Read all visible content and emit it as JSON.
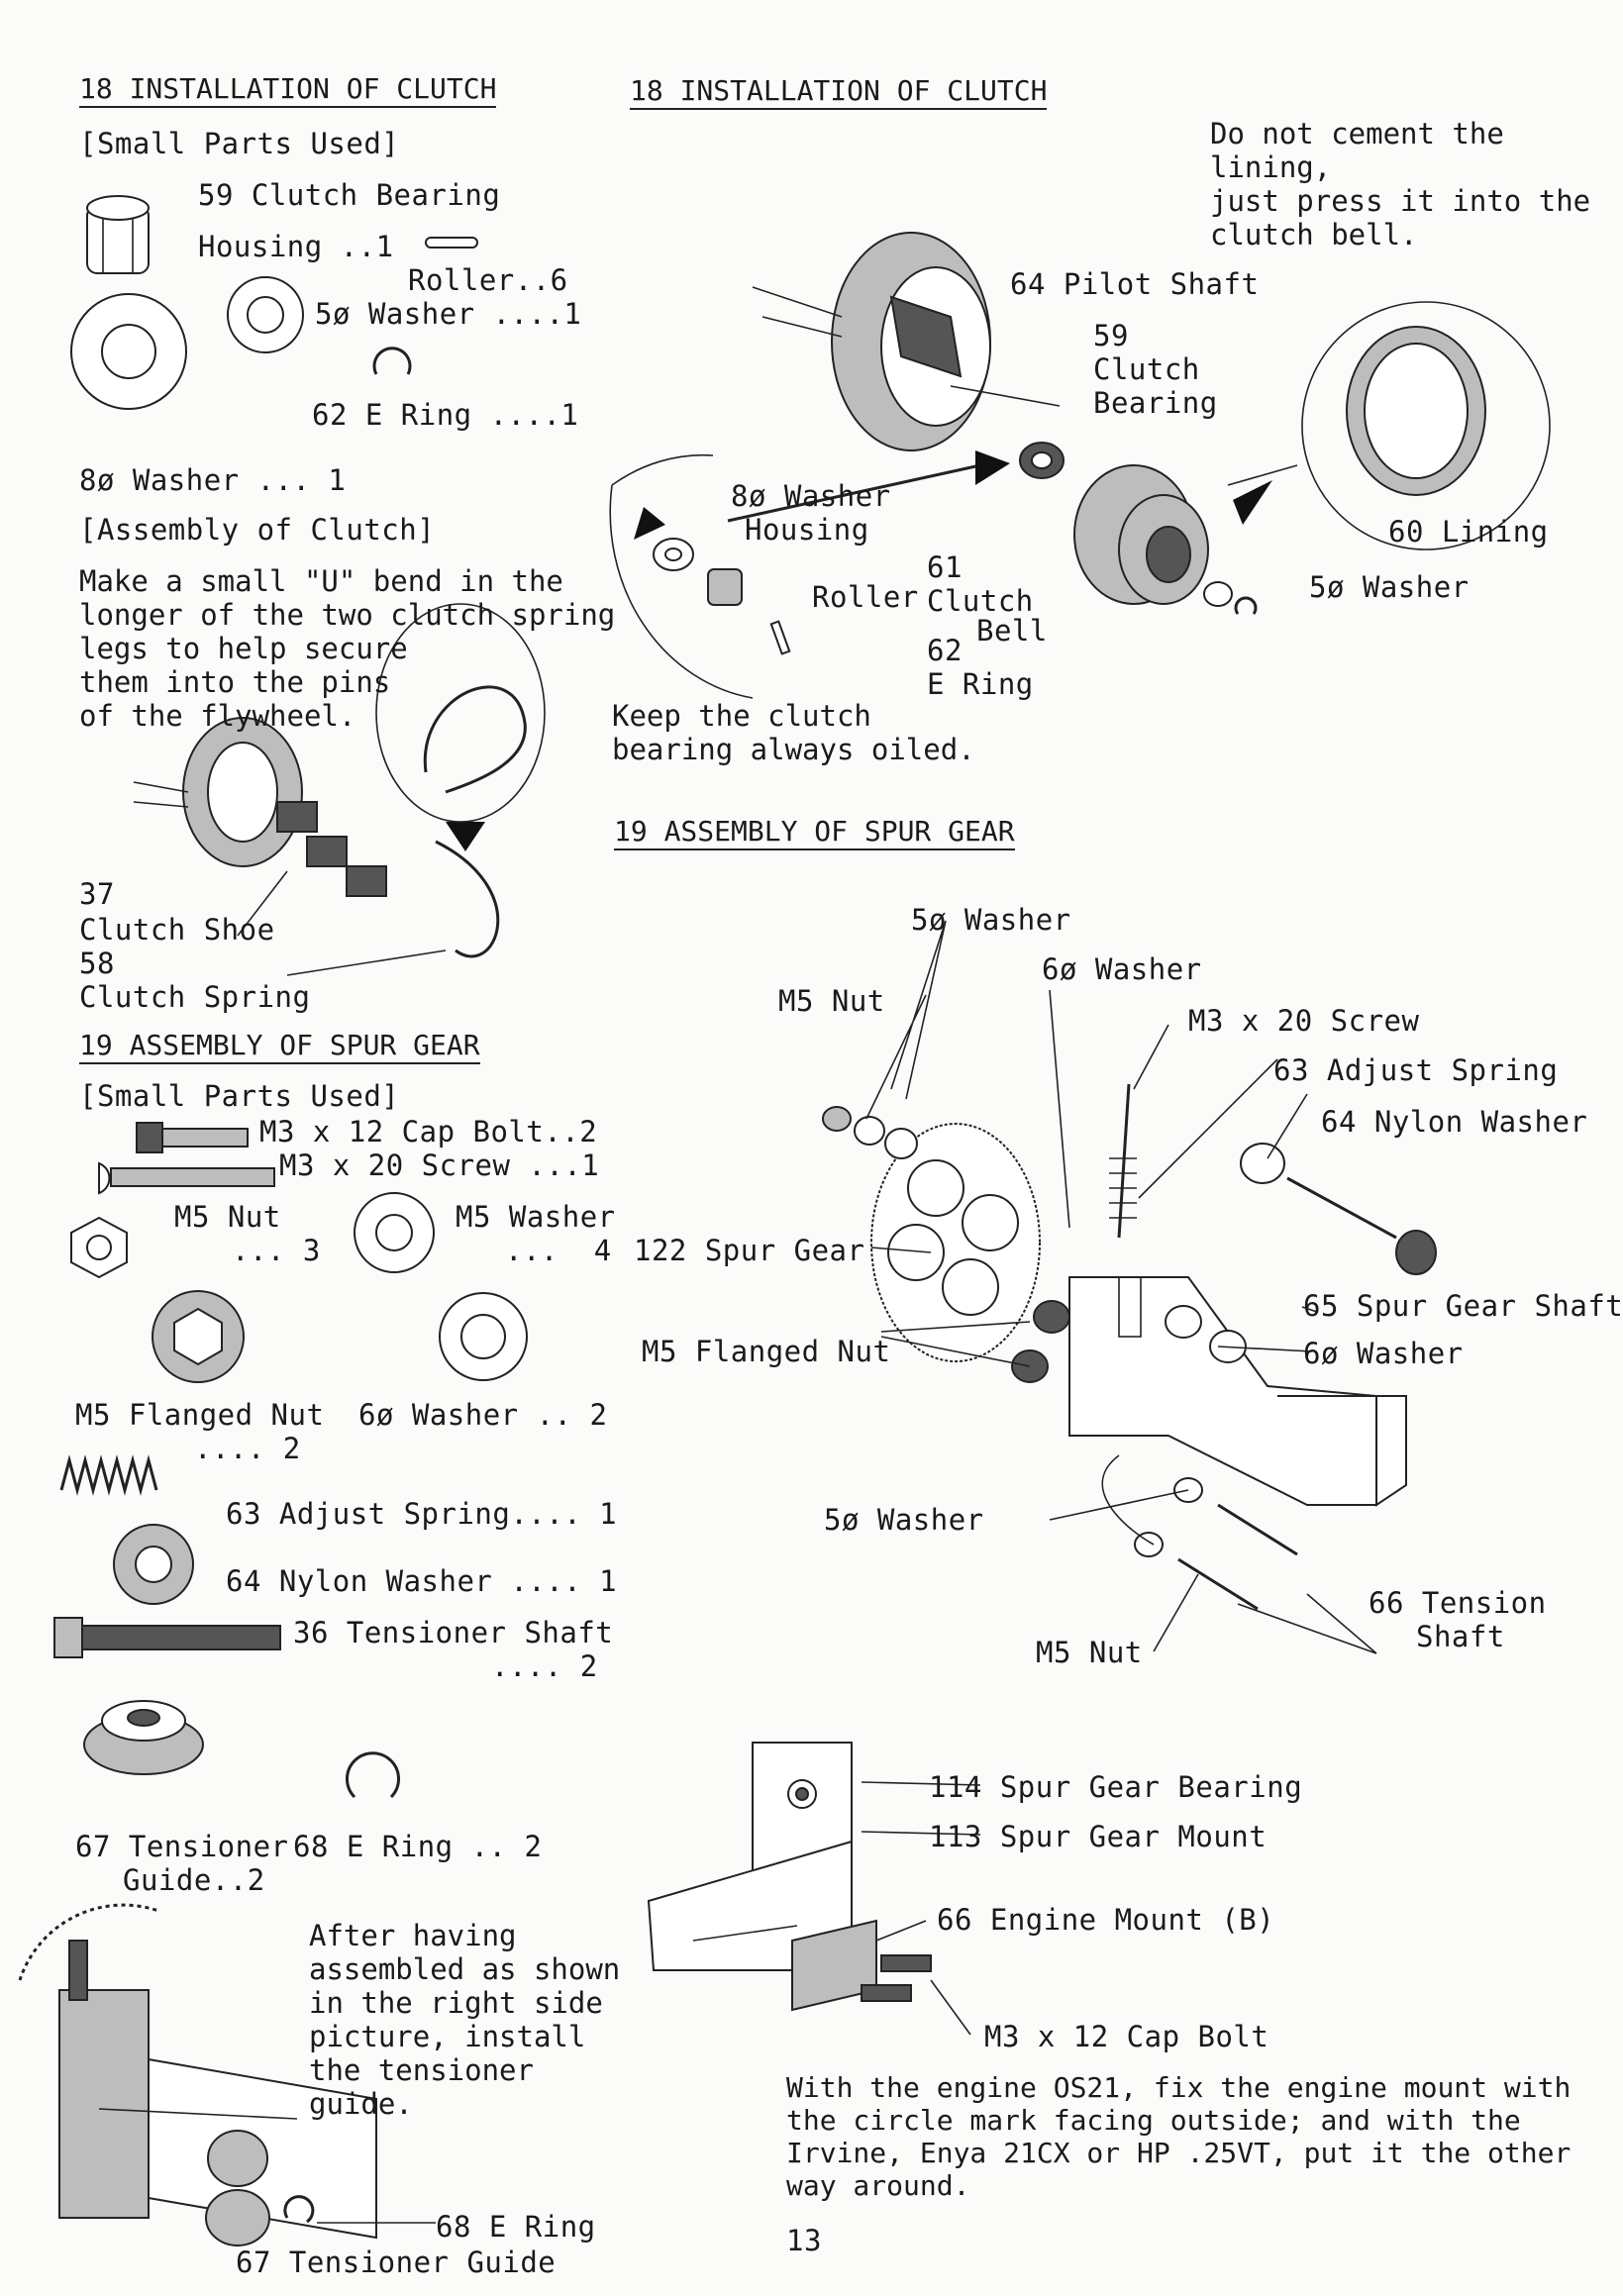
{
  "left": {
    "clutch_heading": "18 INSTALLATION OF CLUTCH",
    "small_parts": "[Small Parts Used]",
    "p59": "59 Clutch Bearing",
    "housing": "Housing ..1",
    "roller": "Roller..6",
    "p50": "5ø Washer ....1",
    "p62": "62 E Ring ....1",
    "p80": "8ø Washer ... 1",
    "assembly": "[Assembly of Clutch]",
    "instructions": "Make a small \"U\" bend in the\nlonger of the two clutch spring\nlegs to help secure\nthem into the pins\nof the flywheel.",
    "p37num": "37",
    "shoe": "Clutch Shoe",
    "p58num": "58",
    "spring": "Clutch Spring",
    "spur_heading": "19 ASSEMBLY OF SPUR GEAR",
    "small_parts2": "[Small Parts Used]",
    "capbolt": "M3 x 12 Cap Bolt..2",
    "screw": "M3 x 20 Screw ...1",
    "m5nut": "M5 Nut",
    "m5nut_qty": "... 3",
    "m5washer": "M5 Washer",
    "m5washer_qty": "...  4",
    "flnut": "M5 Flanged Nut",
    "flnut_qty": ".... 2",
    "w60": "6ø Washer .. 2",
    "p63": "63 Adjust Spring.... 1",
    "p64": "64 Nylon Washer .... 1",
    "p36": "36 Tensioner Shaft",
    "p36_qty": ".... 2",
    "p67": "67 Tensioner",
    "guide": "Guide..2",
    "p68": "68 E Ring .. 2",
    "after": "After having\nassembled as shown\nin the right side\npicture, install\nthe tensioner\nguide.",
    "eRing": "68 E Ring",
    "tguide": "67 Tensioner Guide"
  },
  "right": {
    "clutch_heading": "18 INSTALLATION OF CLUTCH",
    "note": "Do not cement the lining,\njust press it into the\nclutch bell.",
    "pilot": "64 Pilot Shaft",
    "p59": "59",
    "clutch": "Clutch",
    "bearing": "Bearing",
    "w80": "8ø Washer",
    "housing": "Housing",
    "lining": "60 Lining",
    "p61": "61",
    "roller": "Roller",
    "clutch2": "Clutch",
    "bell": "Bell",
    "w50": "5ø Washer",
    "p62": "62",
    "ering": "E Ring",
    "oil": "Keep the clutch\nbearing always oiled.",
    "spur_heading": "19 ASSEMBLY OF SPUR GEAR",
    "w50b": "5ø Washer",
    "w60": "6ø Washer",
    "m5nut": "M5 Nut",
    "screw": "M3 x 20 Screw",
    "adj": "63 Adjust Spring",
    "nylon": "64 Nylon Washer",
    "spur": "122 Spur Gear",
    "shaft": "65 Spur Gear Shaft",
    "flnut": "M5 Flanged Nut",
    "w60b": "6ø Washer",
    "w50c": "5ø Washer",
    "tension": "66 Tension",
    "shaft2": "Shaft",
    "m5nut2": "M5 Nut",
    "sgbearing": "114 Spur Gear Bearing",
    "sgmount": "113 Spur Gear Mount",
    "emount": "66 Engine Mount (B)",
    "capbolt": "M3 x 12 Cap Bolt",
    "footer": "With the engine OS21, fix the engine mount with\nthe circle mark facing outside; and with the\nIrvine, Enya 21CX or HP .25VT, put it the other\nway around."
  },
  "page": "13"
}
